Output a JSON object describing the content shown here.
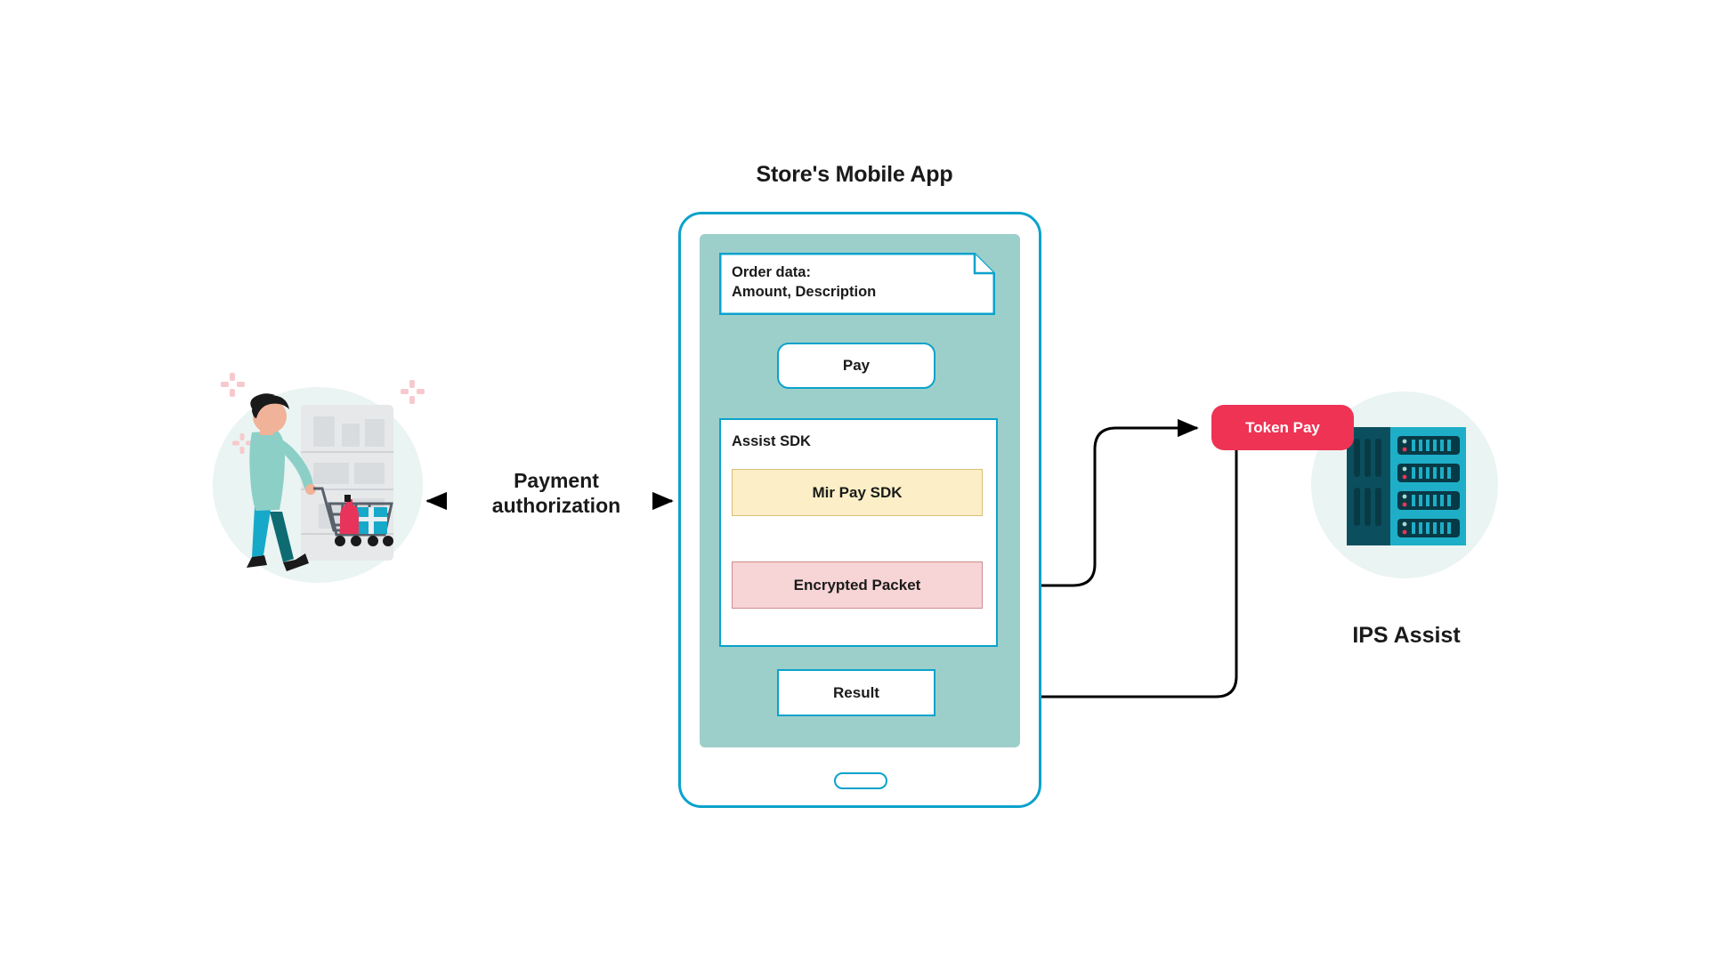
{
  "diagram": {
    "title": "Store's Mobile App",
    "colors": {
      "phone_border": "#0BA2CC",
      "screen_bg": "#9DCFCA",
      "sdk_yellow": "#FCEFC7",
      "sdk_yellow_border": "#D9BF74",
      "packet_pink": "#F7D4D5",
      "packet_pink_border": "#CE8C8D",
      "token_pay_red": "#EE3355",
      "illustration_circle": "#EAF4F2",
      "arrow_black": "#000000",
      "text_dark": "#1a1a1a"
    }
  },
  "left_actor": {
    "label_line1": "Payment",
    "label_line2": "authorization",
    "illustration_name": "shopper-with-cart"
  },
  "phone": {
    "title": "Store's Mobile App",
    "order_note": {
      "line1": "Order data:",
      "line2": "Amount, Description"
    },
    "pay_button": "Pay",
    "assist_sdk": {
      "label": "Assist SDK",
      "mir_pay_sdk": "Mir Pay SDK",
      "encrypted_packet": "Encrypted Packet"
    },
    "result_box": "Result"
  },
  "right_actor": {
    "token_pay_badge": "Token Pay",
    "label": "IPS Assist",
    "illustration_name": "server-rack"
  }
}
